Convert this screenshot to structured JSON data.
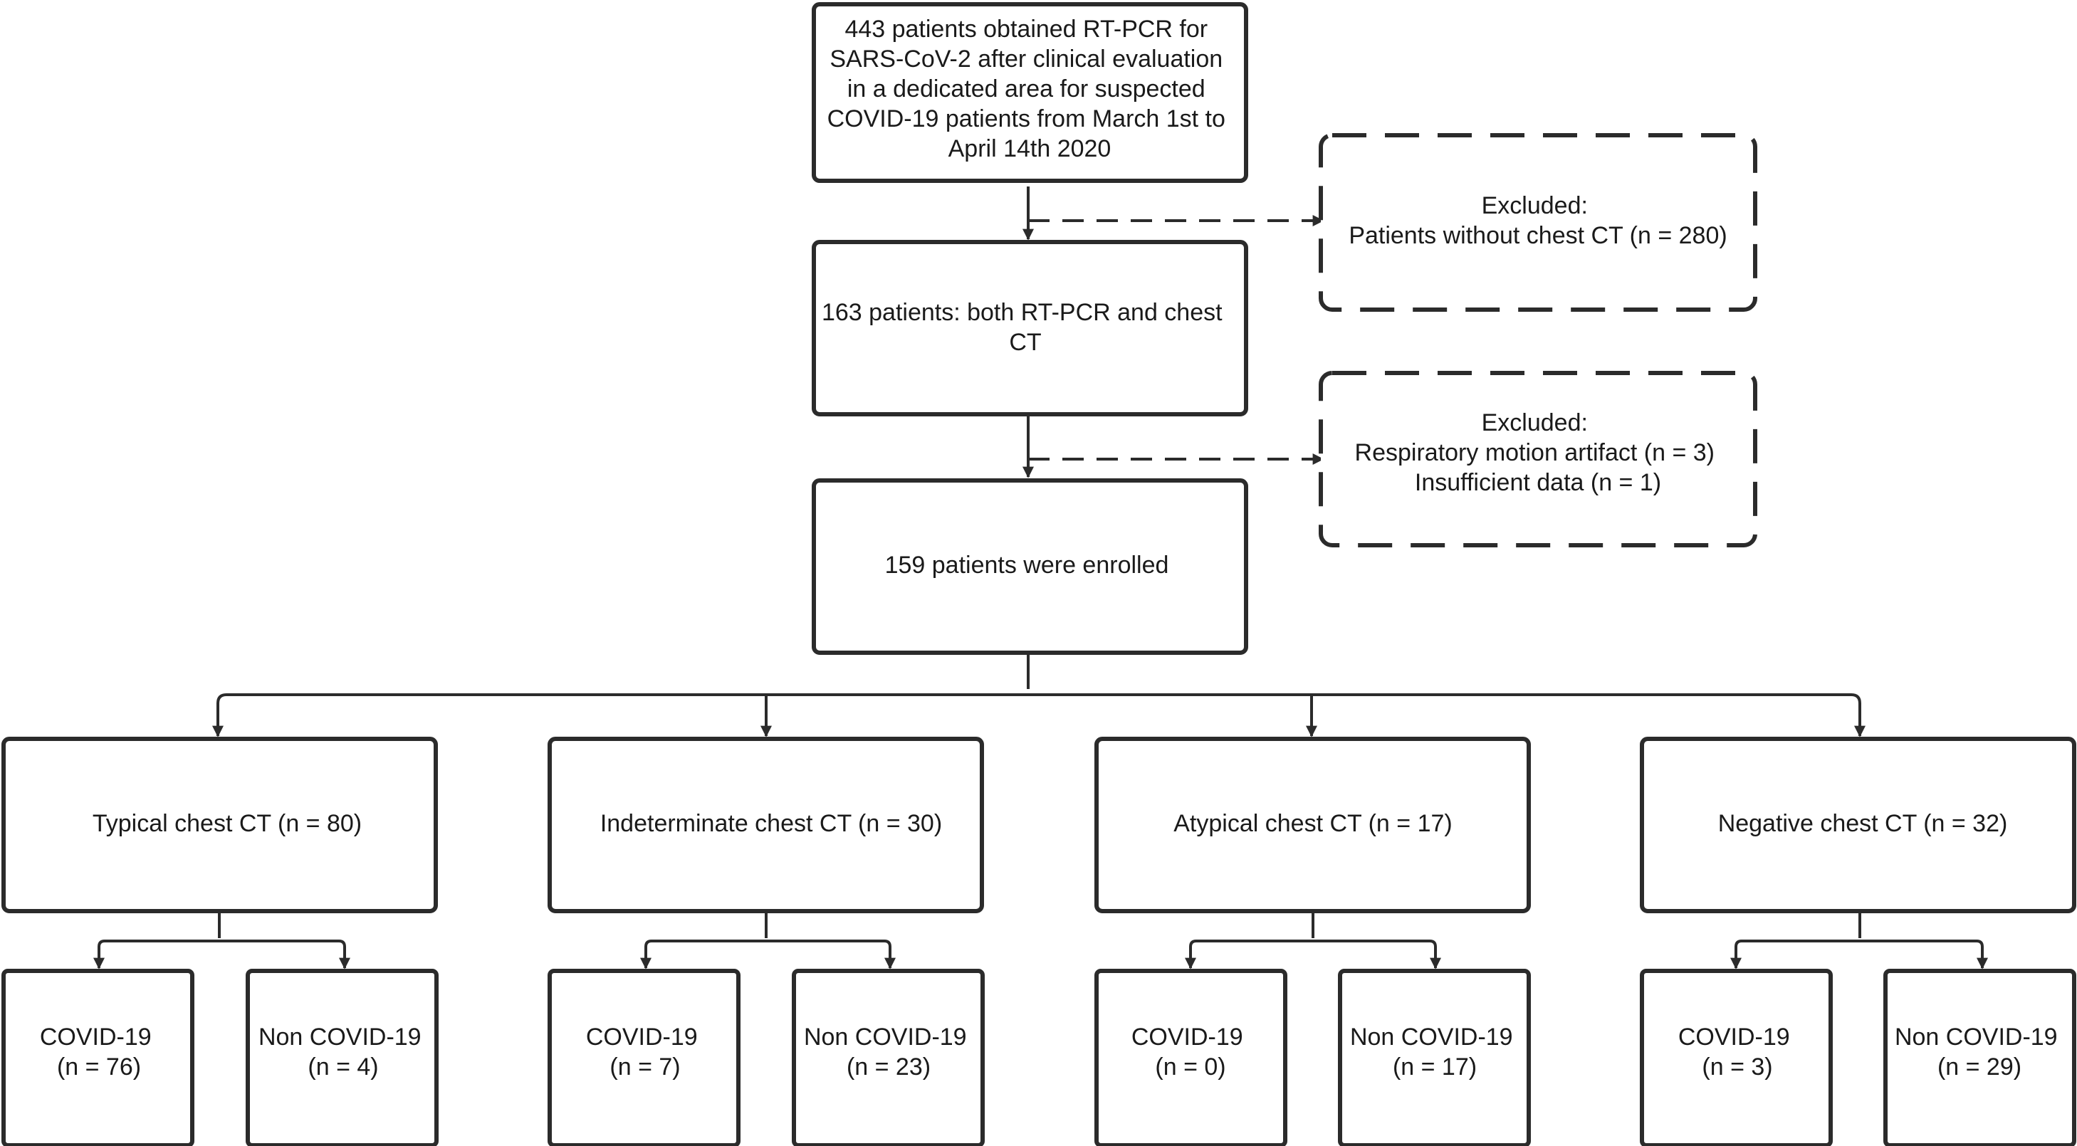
{
  "flowchart": {
    "start": {
      "lines": [
        "443 patients obtained RT-PCR for",
        "SARS-CoV-2 after clinical evaluation",
        "in a dedicated area for suspected",
        "COVID-19 patients from March 1st to",
        "April 14th 2020"
      ]
    },
    "exclusion_1": {
      "lines": [
        "Excluded:",
        "Patients without chest CT (n = 280)"
      ]
    },
    "step_2": {
      "lines": [
        "163 patients: both RT-PCR and chest",
        "CT"
      ]
    },
    "exclusion_2": {
      "lines": [
        "Excluded:",
        "Respiratory motion artifact (n = 3)",
        "Insufficient data (n = 1)"
      ]
    },
    "enrolled": {
      "lines": [
        "159 patients were enrolled"
      ]
    },
    "categories": [
      {
        "label": "Typical chest CT (n = 80)",
        "outcomes": [
          {
            "lines": [
              "COVID-19",
              "(n = 76)"
            ]
          },
          {
            "lines": [
              "Non COVID-19",
              "(n = 4)"
            ]
          }
        ]
      },
      {
        "label": "Indeterminate chest CT (n = 30)",
        "outcomes": [
          {
            "lines": [
              "COVID-19",
              "(n = 7)"
            ]
          },
          {
            "lines": [
              "Non COVID-19",
              "(n = 23)"
            ]
          }
        ]
      },
      {
        "label": "Atypical chest CT (n = 17)",
        "outcomes": [
          {
            "lines": [
              "COVID-19",
              "(n = 0)"
            ]
          },
          {
            "lines": [
              "Non COVID-19",
              "(n = 17)"
            ]
          }
        ]
      },
      {
        "label": "Negative chest CT (n = 32)",
        "outcomes": [
          {
            "lines": [
              "COVID-19",
              "(n = 3)"
            ]
          },
          {
            "lines": [
              "Non COVID-19",
              "(n = 29)"
            ]
          }
        ]
      }
    ]
  },
  "colors": {
    "stroke": "#2b2b2b",
    "text": "#1a1a1a",
    "background": "#ffffff"
  }
}
